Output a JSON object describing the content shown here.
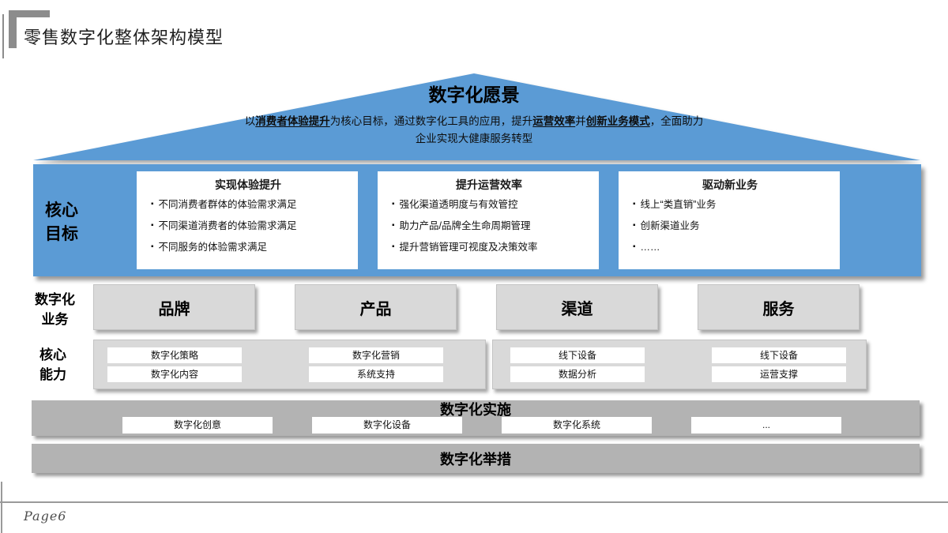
{
  "colors": {
    "accent_blue": "#5B9BD5",
    "box_gray": "#D9D9D9",
    "band_gray": "#B3B3B3",
    "line_gray": "#8C8C8C"
  },
  "page": {
    "title": "零售数字化整体架构模型",
    "page_number": "Page6"
  },
  "vision": {
    "title": "数字化愿景",
    "description_segments": [
      {
        "text": "以",
        "bold": false
      },
      {
        "text": "消费者体验提升",
        "bold": true
      },
      {
        "text": "为核心目标，通过数字化工具的应用，提升",
        "bold": false
      },
      {
        "text": "运营效率",
        "bold": true
      },
      {
        "text": "并",
        "bold": false
      },
      {
        "text": "创新业务模式",
        "bold": true
      },
      {
        "text": "，全面助力企业实现大健康服务转型",
        "bold": false
      }
    ]
  },
  "goals": {
    "label_lines": [
      "核心",
      "目标"
    ],
    "bullet_marker": "▪",
    "cards": [
      {
        "title": "实现体验提升",
        "bullets": [
          "不同消费者群体的体验需求满足",
          "不同渠道消费者的体验需求满足",
          "不同服务的体验需求满足"
        ]
      },
      {
        "title": "提升运营效率",
        "bullets": [
          "强化渠道透明度与有效管控",
          "助力产品/品牌全生命周期管理",
          "提升营销管理可视度及决策效率"
        ]
      },
      {
        "title": "驱动新业务",
        "bullets": [
          "线上“类直销”业务",
          "创新渠道业务",
          "……"
        ]
      }
    ]
  },
  "business": {
    "label_lines": [
      "数字化",
      "业务"
    ],
    "items": [
      "品牌",
      "产品",
      "渠道",
      "服务"
    ]
  },
  "capabilities": {
    "label_lines": [
      "核心",
      "能力"
    ],
    "columns": [
      [
        "数字化策略",
        "数字化内容"
      ],
      [
        "数字化营销",
        "系统支持"
      ],
      [
        "线下设备",
        "数据分析"
      ],
      [
        "线下设备",
        "运营支撑"
      ]
    ]
  },
  "implementation": {
    "title": "数字化实施",
    "items": [
      "数字化创意",
      "数字化设备",
      "数字化系统",
      "..."
    ]
  },
  "initiatives": {
    "title": "数字化举措"
  }
}
